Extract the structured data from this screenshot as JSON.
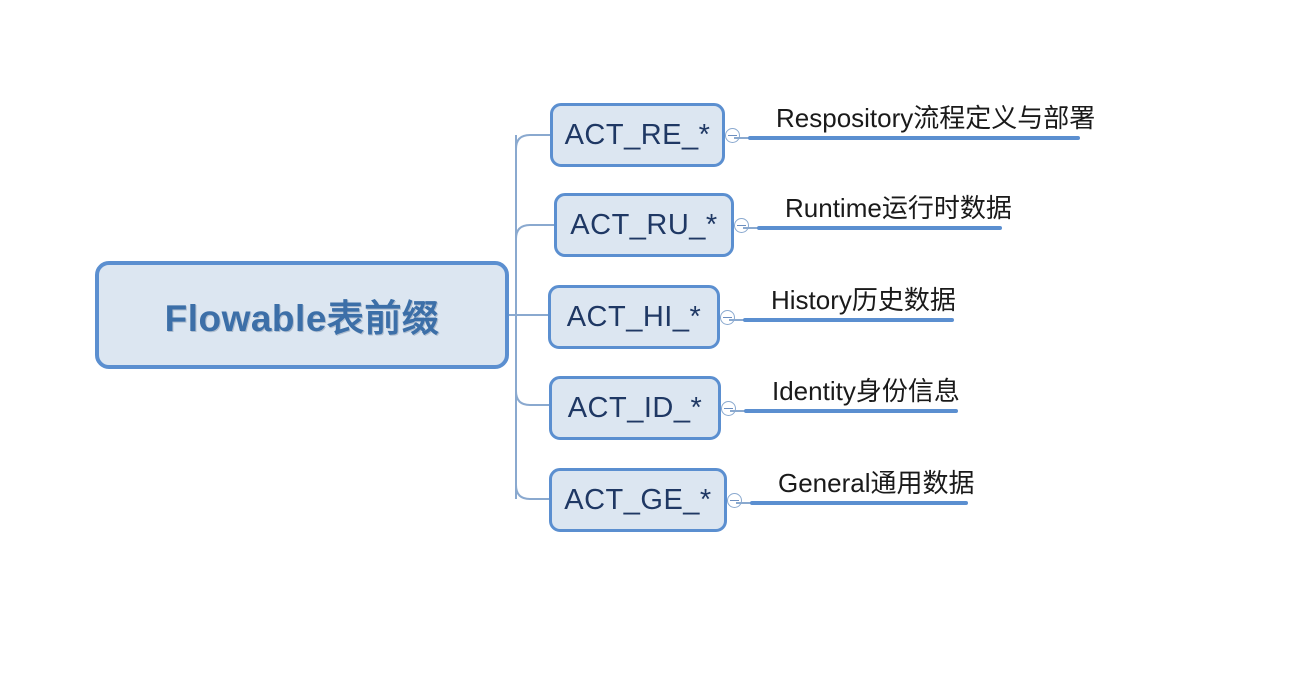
{
  "diagram": {
    "type": "mind-map",
    "title": "Flowable表前缀",
    "root": {
      "label": "Flowable表前缀"
    },
    "colors": {
      "node_fill": "#dce6f1",
      "node_border": "#5b8fd0",
      "root_text": "#3c6fa8",
      "child_text": "#1f3864",
      "leaf_text": "#1a1a1a",
      "connector": "#8aa9cf",
      "underline": "#5b8fd0",
      "background": "#ffffff"
    },
    "branches": [
      {
        "node_label": "ACT_RE_*",
        "leaf_label": "Respository流程定义与部署",
        "toggle_icon": "collapse-minus-icon"
      },
      {
        "node_label": "ACT_RU_*",
        "leaf_label": "Runtime运行时数据",
        "toggle_icon": "collapse-minus-icon"
      },
      {
        "node_label": "ACT_HI_*",
        "leaf_label": "History历史数据",
        "toggle_icon": "collapse-minus-icon"
      },
      {
        "node_label": "ACT_ID_*",
        "leaf_label": "Identity身份信息",
        "toggle_icon": "collapse-minus-icon"
      },
      {
        "node_label": "ACT_GE_*",
        "leaf_label": "General通用数据",
        "toggle_icon": "collapse-minus-icon"
      }
    ]
  }
}
